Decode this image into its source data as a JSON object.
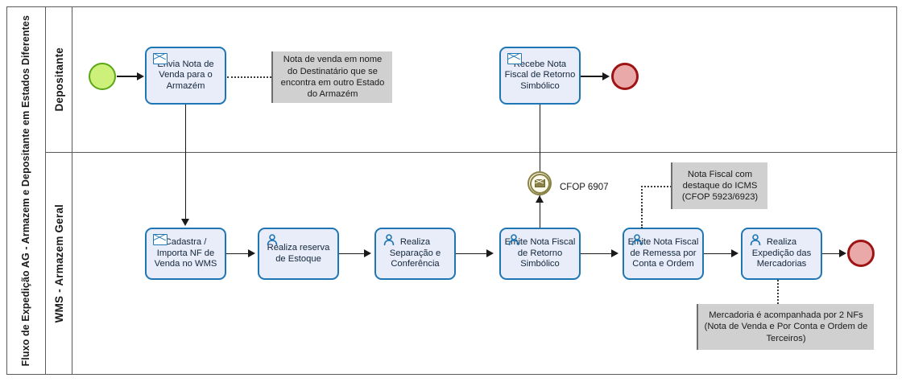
{
  "pool": {
    "title": "Fluxo de Expedição AG - Armazem e Depositante em Estados Diferentes"
  },
  "lanes": [
    {
      "name": "Depositante"
    },
    {
      "name": "WMS - Armazem Geral"
    }
  ],
  "events": {
    "start": {
      "name": "start-event",
      "type": "start"
    },
    "end_depositante": {
      "name": "end-event-depositante",
      "type": "end"
    },
    "end_wms": {
      "name": "end-event-wms",
      "type": "end"
    },
    "cfop": {
      "label": "CFOP 6907",
      "type": "intermediate-message"
    }
  },
  "tasks": [
    {
      "id": "envia-nota-venda",
      "label": "Envia Nota de Venda para o Armazém",
      "icon": "envelope-icon"
    },
    {
      "id": "recebe-nf-retorno",
      "label": "Recebe Nota Fiscal de Retorno Simbólico",
      "icon": "envelope-icon"
    },
    {
      "id": "cadastra-importa-nf",
      "label": "Cadastra / Importa NF de Venda no WMS",
      "icon": "envelope-icon"
    },
    {
      "id": "reserva-estoque",
      "label": "Realiza reserva de Estoque",
      "icon": "user-icon"
    },
    {
      "id": "separacao-conferencia",
      "label": "Realiza Separação e Conferência",
      "icon": "user-icon"
    },
    {
      "id": "emite-nf-retorno",
      "label": "Emite Nota Fiscal de Retorno Simbólico",
      "icon": "user-icon"
    },
    {
      "id": "emite-nf-remessa",
      "label": "Emite Nota Fiscal de Remessa por Conta e Ordem",
      "icon": "user-icon"
    },
    {
      "id": "expedicao-mercadorias",
      "label": "Realiza Expedição das Mercadorias",
      "icon": "user-icon"
    }
  ],
  "annotations": [
    {
      "id": "nota-destinatario",
      "text": "Nota de venda em nome do Destinatário que se encontra em outro Estado do Armazém"
    },
    {
      "id": "nf-icms",
      "text": "Nota Fiscal com destaque do ICMS (CFOP 5923/6923)"
    },
    {
      "id": "mercadoria-2nfs",
      "text": "Mercadoria é acompanhada por 2 NFs (Nota de Venda e Por Conta e Ordem de Terceiros)"
    }
  ],
  "colors": {
    "task_fill": "#e9edf9",
    "task_border": "#1f76b4",
    "start_fill": "#cdf07a",
    "start_border": "#5aa714",
    "end_fill": "#eaa9a9",
    "end_border": "#9e1414",
    "message_event": "#8a8246",
    "annotation_fill": "#d0d0d0",
    "pool_border": "#5a5a5a"
  }
}
